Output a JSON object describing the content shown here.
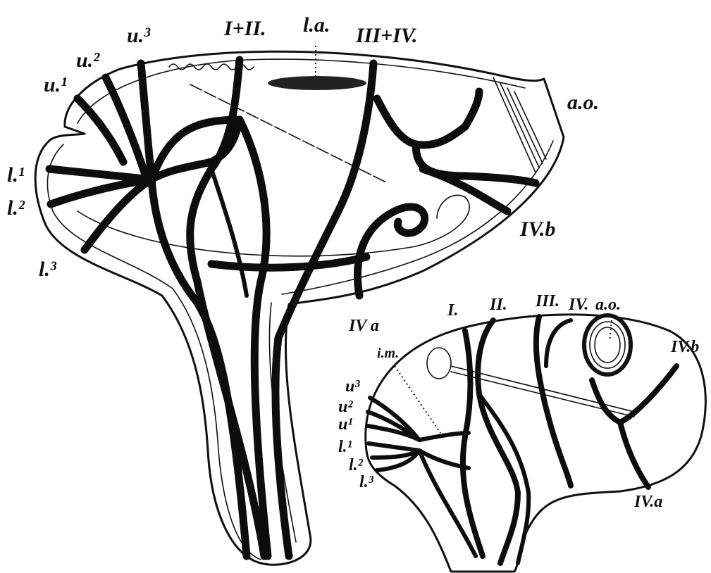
{
  "figure": {
    "large_view_labels": {
      "u1": "u.¹",
      "u2": "u.²",
      "u3": "u.³",
      "i_ii": "I+II.",
      "la": "l.a.",
      "iii_iv": "III+IV.",
      "ao": "a.o.",
      "l1": "l.¹",
      "l2": "l.²",
      "l3": "l.³",
      "ivb": "IV.b"
    },
    "small_view_labels": {
      "iva_top": "IV a",
      "im": "i.m.",
      "i": "I.",
      "ii": "II.",
      "iii": "III.",
      "iv": "IV.",
      "ao": "a.o.",
      "ivb": "IV.b",
      "u3": "u³",
      "u2": "u²",
      "u1": "u¹",
      "l1": "l.¹",
      "l2": "l.²",
      "l3": "l.³",
      "iva": "IV.a"
    }
  }
}
